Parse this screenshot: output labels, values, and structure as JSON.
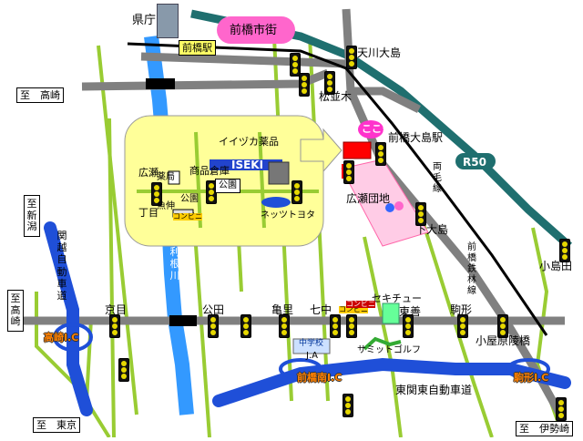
{
  "labels": {
    "kencho": "県庁",
    "maebashi_shigai": "前橋市街",
    "maebashi_eki": "前橋駅",
    "amagawa_oshima": "天川大島",
    "to_takasaki_top": "至　高崎",
    "matsunamiki": "松並木",
    "iizuka": "イイヅカ薬品",
    "iseki": "ISEKI",
    "shouhin_souko": "商品倉庫",
    "hirose": "広瀬",
    "yakkyoku": "薬局",
    "koen1": "公園",
    "koen2": "公園",
    "itchome": "丁目",
    "uodai": "魚伸",
    "netz": "ネッツトヨタ",
    "hirose_danchi": "広瀬団地",
    "koko": "ここ!",
    "maebashi_oshima_eki": "前橋大島駅",
    "r50": "R50",
    "ryomo": "両毛線",
    "shimo_oshima": "下大島",
    "maebashi_kohan": "前橋鉄林線",
    "kojimada": "小島田",
    "to_niigata": "至新潟",
    "kanetsu": "関越自動車道",
    "to_takasaki_left": "至高崎",
    "tonegawa": "利根川",
    "kyome": "京目",
    "kouda": "公田",
    "kameri": "亀里",
    "shichinaka": "七中",
    "sekichu": "セキチュー",
    "tozen": "東善",
    "komagata": "駒形",
    "koyabara": "小屋原陵橋",
    "takasaki_ic": "高崎I.C",
    "chugakko": "中学校",
    "ja": "J.A",
    "summit_golf": "サミットゴルフ",
    "maebashi_minami_ic": "前橋南I.C",
    "komagata_ic": "駒形I.C",
    "higashi_kanto": "東関東自動車道",
    "to_tokyo": "至　東京",
    "to_isesaki": "至　伊勢崎",
    "conv1": "コンビニ",
    "conv2": "コンビニ",
    "conv3": "コンビニ"
  },
  "colors": {
    "road_gray": "#808080",
    "local_road": "#99cc33",
    "railway": "#000000",
    "river": "#3399ff",
    "highway": "#1f4fd8",
    "r50": "#1f6f6f",
    "inset": "#ffff99",
    "danchi": "#ffcce6",
    "koko": "#ff33cc",
    "marker": "#ff0000"
  },
  "icons": [
    "traffic-signal-icon",
    "building-icon",
    "car-icon",
    "arrow-right-icon",
    "golf-icon",
    "school-icon",
    "house-icon"
  ]
}
